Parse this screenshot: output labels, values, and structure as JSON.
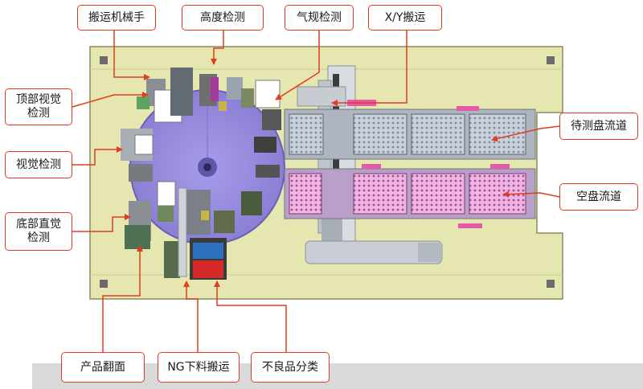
{
  "labels": {
    "transfer_manipulator": "搬运机械手",
    "height_detection": "高度检测",
    "airtightness_detection": "气规检测",
    "xy_transfer": "X/Y搬运",
    "top_vision_detection": "顶部视觉\n检测",
    "vision_detection": "视觉检测",
    "bottom_vision_detection": "底部直觉\n检测",
    "pending_tray_flow": "待测盘流道",
    "empty_tray_flow": "空盘流道",
    "product_flip": "产品翻面",
    "ng_unloading_transfer": "NG下料搬运",
    "defect_sorting": "不良品分类"
  },
  "colors": {
    "callout_border": "#e23b1d",
    "arrow": "#e23b1d",
    "base_plate": "#e6e7b0",
    "turntable": "#9a8ee0",
    "pending_tray": "#b9c2cf",
    "empty_tray": "#e9a7dc"
  }
}
